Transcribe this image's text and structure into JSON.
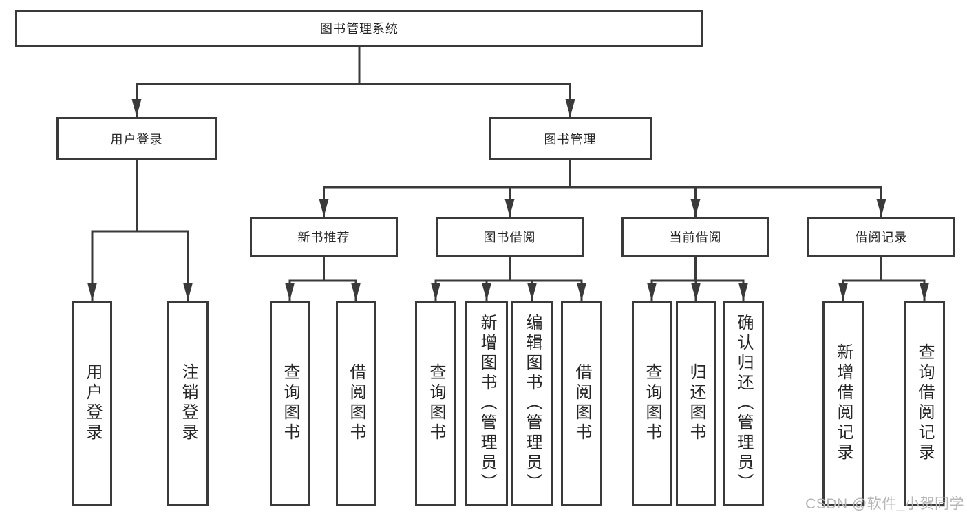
{
  "tree": {
    "root": "图书管理系统",
    "branches": [
      {
        "label": "用户登录",
        "leaves": [
          "用户登录",
          "注销登录"
        ]
      },
      {
        "label": "图书管理",
        "sections": [
          {
            "label": "新书推荐",
            "leaves": [
              "查询图书",
              "借阅图书"
            ]
          },
          {
            "label": "图书借阅",
            "leaves": [
              "查询图书",
              "新增图书（管理员）",
              "编辑图书（管理员）",
              "借阅图书"
            ]
          },
          {
            "label": "当前借阅",
            "leaves": [
              "查询图书",
              "归还图书",
              "确认归还（管理员）"
            ]
          },
          {
            "label": "借阅记录",
            "leaves": [
              "新增借阅记录",
              "查询借阅记录"
            ]
          }
        ]
      }
    ]
  },
  "watermark": "CSDN @软件_小贺同学",
  "colors": {
    "line": "#3a3a3a",
    "text": "#262626",
    "watermark": "#b6b6b6",
    "background": "#ffffff"
  }
}
